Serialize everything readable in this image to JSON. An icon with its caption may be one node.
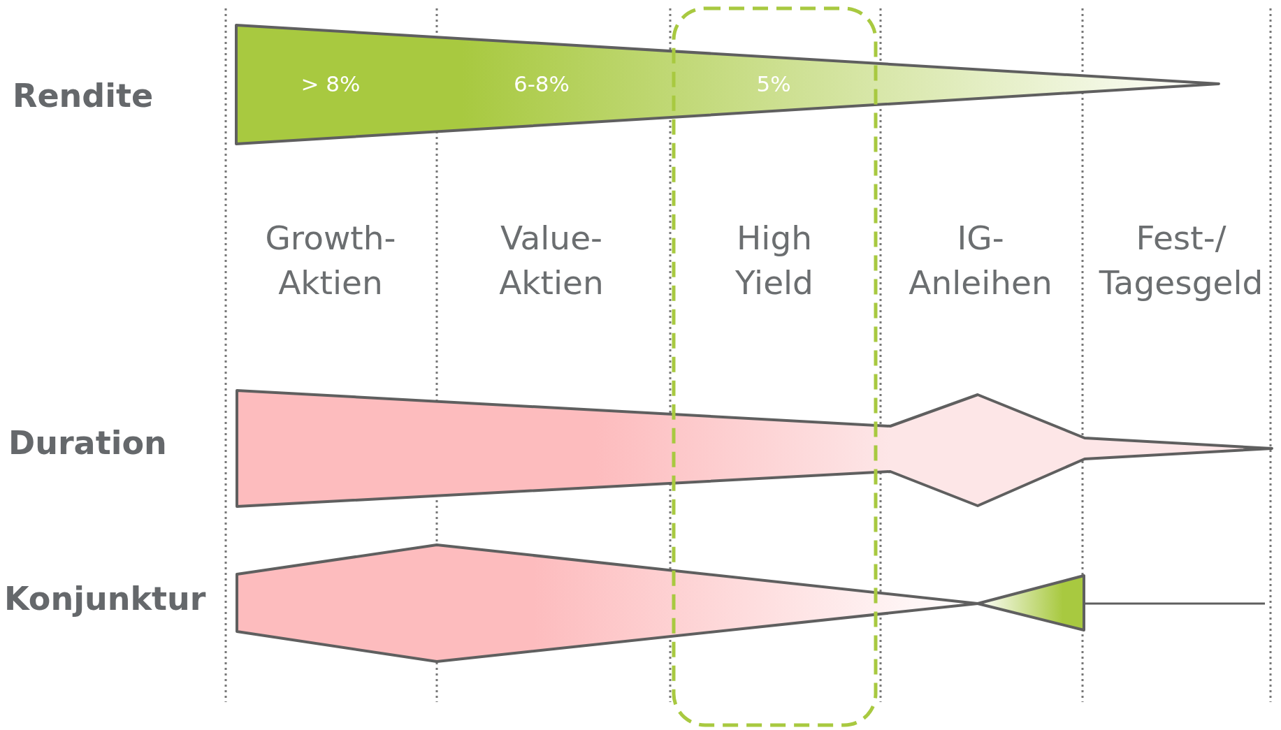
{
  "diagram": {
    "nodes": [
      {
        "text": [
          "> 8%",
          "6-8%",
          "5%"
        ]
      }
    ],
    "labels": [
      "Rendite",
      "Growth- Aktien",
      "Value- Aktien",
      "High Yield",
      "IG- Anleihen",
      "Fest-/ Tagesgeld",
      "Duration",
      "Konjunktur"
    ]
  }
}
